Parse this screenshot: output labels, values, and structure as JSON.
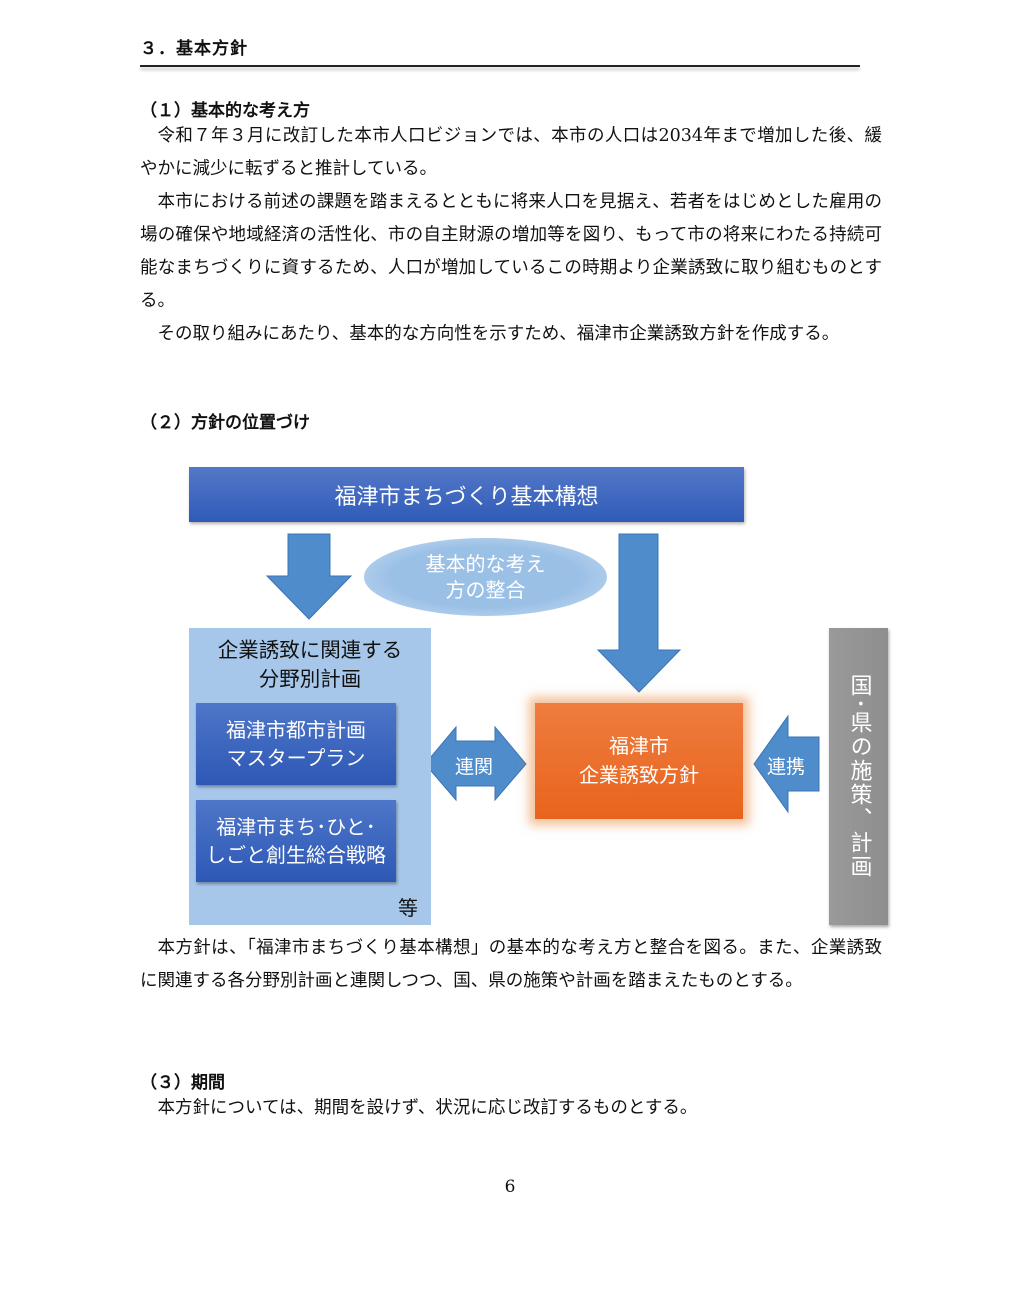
{
  "section": {
    "title": "３．基本方針"
  },
  "sections": [
    {
      "heading": "（１）基本的な考え方",
      "paragraphs": [
        "令和７年３月に改訂した本市人口ビジョンでは、本市の人口は2034年まで増加した後、緩やかに減少に転ずると推計している。",
        "本市における前述の課題を踏まえるとともに将来人口を見据え、若者をはじめとした雇用の場の確保や地域経済の活性化、市の自主財源の増加等を図り、もって市の将来にわたる持続可能なまちづくりに資するため、人口が増加しているこの時期より企業誘致に取り組むものとする。",
        "その取り組みにあたり、基本的な方向性を示すため、福津市企業誘致方針を作成する。"
      ]
    },
    {
      "heading": "（２）方針の位置づけ",
      "paragraphs": [
        "本方針は、「福津市まちづくり基本構想」の基本的な考え方と整合を図る。また、企業誘致に関連する各分野別計画と連関しつつ、国、県の施策や計画を踏まえたものとする。"
      ]
    },
    {
      "heading": "（３）期間",
      "paragraphs": [
        "本方針については、期間を設けず、状況に応じ改訂するものとする。"
      ]
    }
  ],
  "diagram": {
    "top_box": "福津市まちづくり基本構想",
    "ellipse": [
      "基本的な考え",
      "方の整合"
    ],
    "left_panel_title": [
      "企業誘致に関連する",
      "分野別計画"
    ],
    "left_sub_boxes": [
      [
        "福津市都市計画",
        "マスタープラン"
      ],
      [
        "福津市まち･ひと･",
        "しごと創生総合戦略"
      ]
    ],
    "left_etc": "等",
    "link_left_label": "連関",
    "center_box": [
      "福津市",
      "企業誘致方針"
    ],
    "link_right_label": "連携",
    "right_box": "国･県の施策、計画",
    "colors": {
      "top_box": "#3a63bd",
      "arrow": "#4f8ccc",
      "ellipse": "#9bc0e6",
      "left_panel": "#a7c7ea",
      "sub_box": "#3862bb",
      "center_box": "#ec7230",
      "right_box": "#959595"
    }
  },
  "page_number": "6"
}
